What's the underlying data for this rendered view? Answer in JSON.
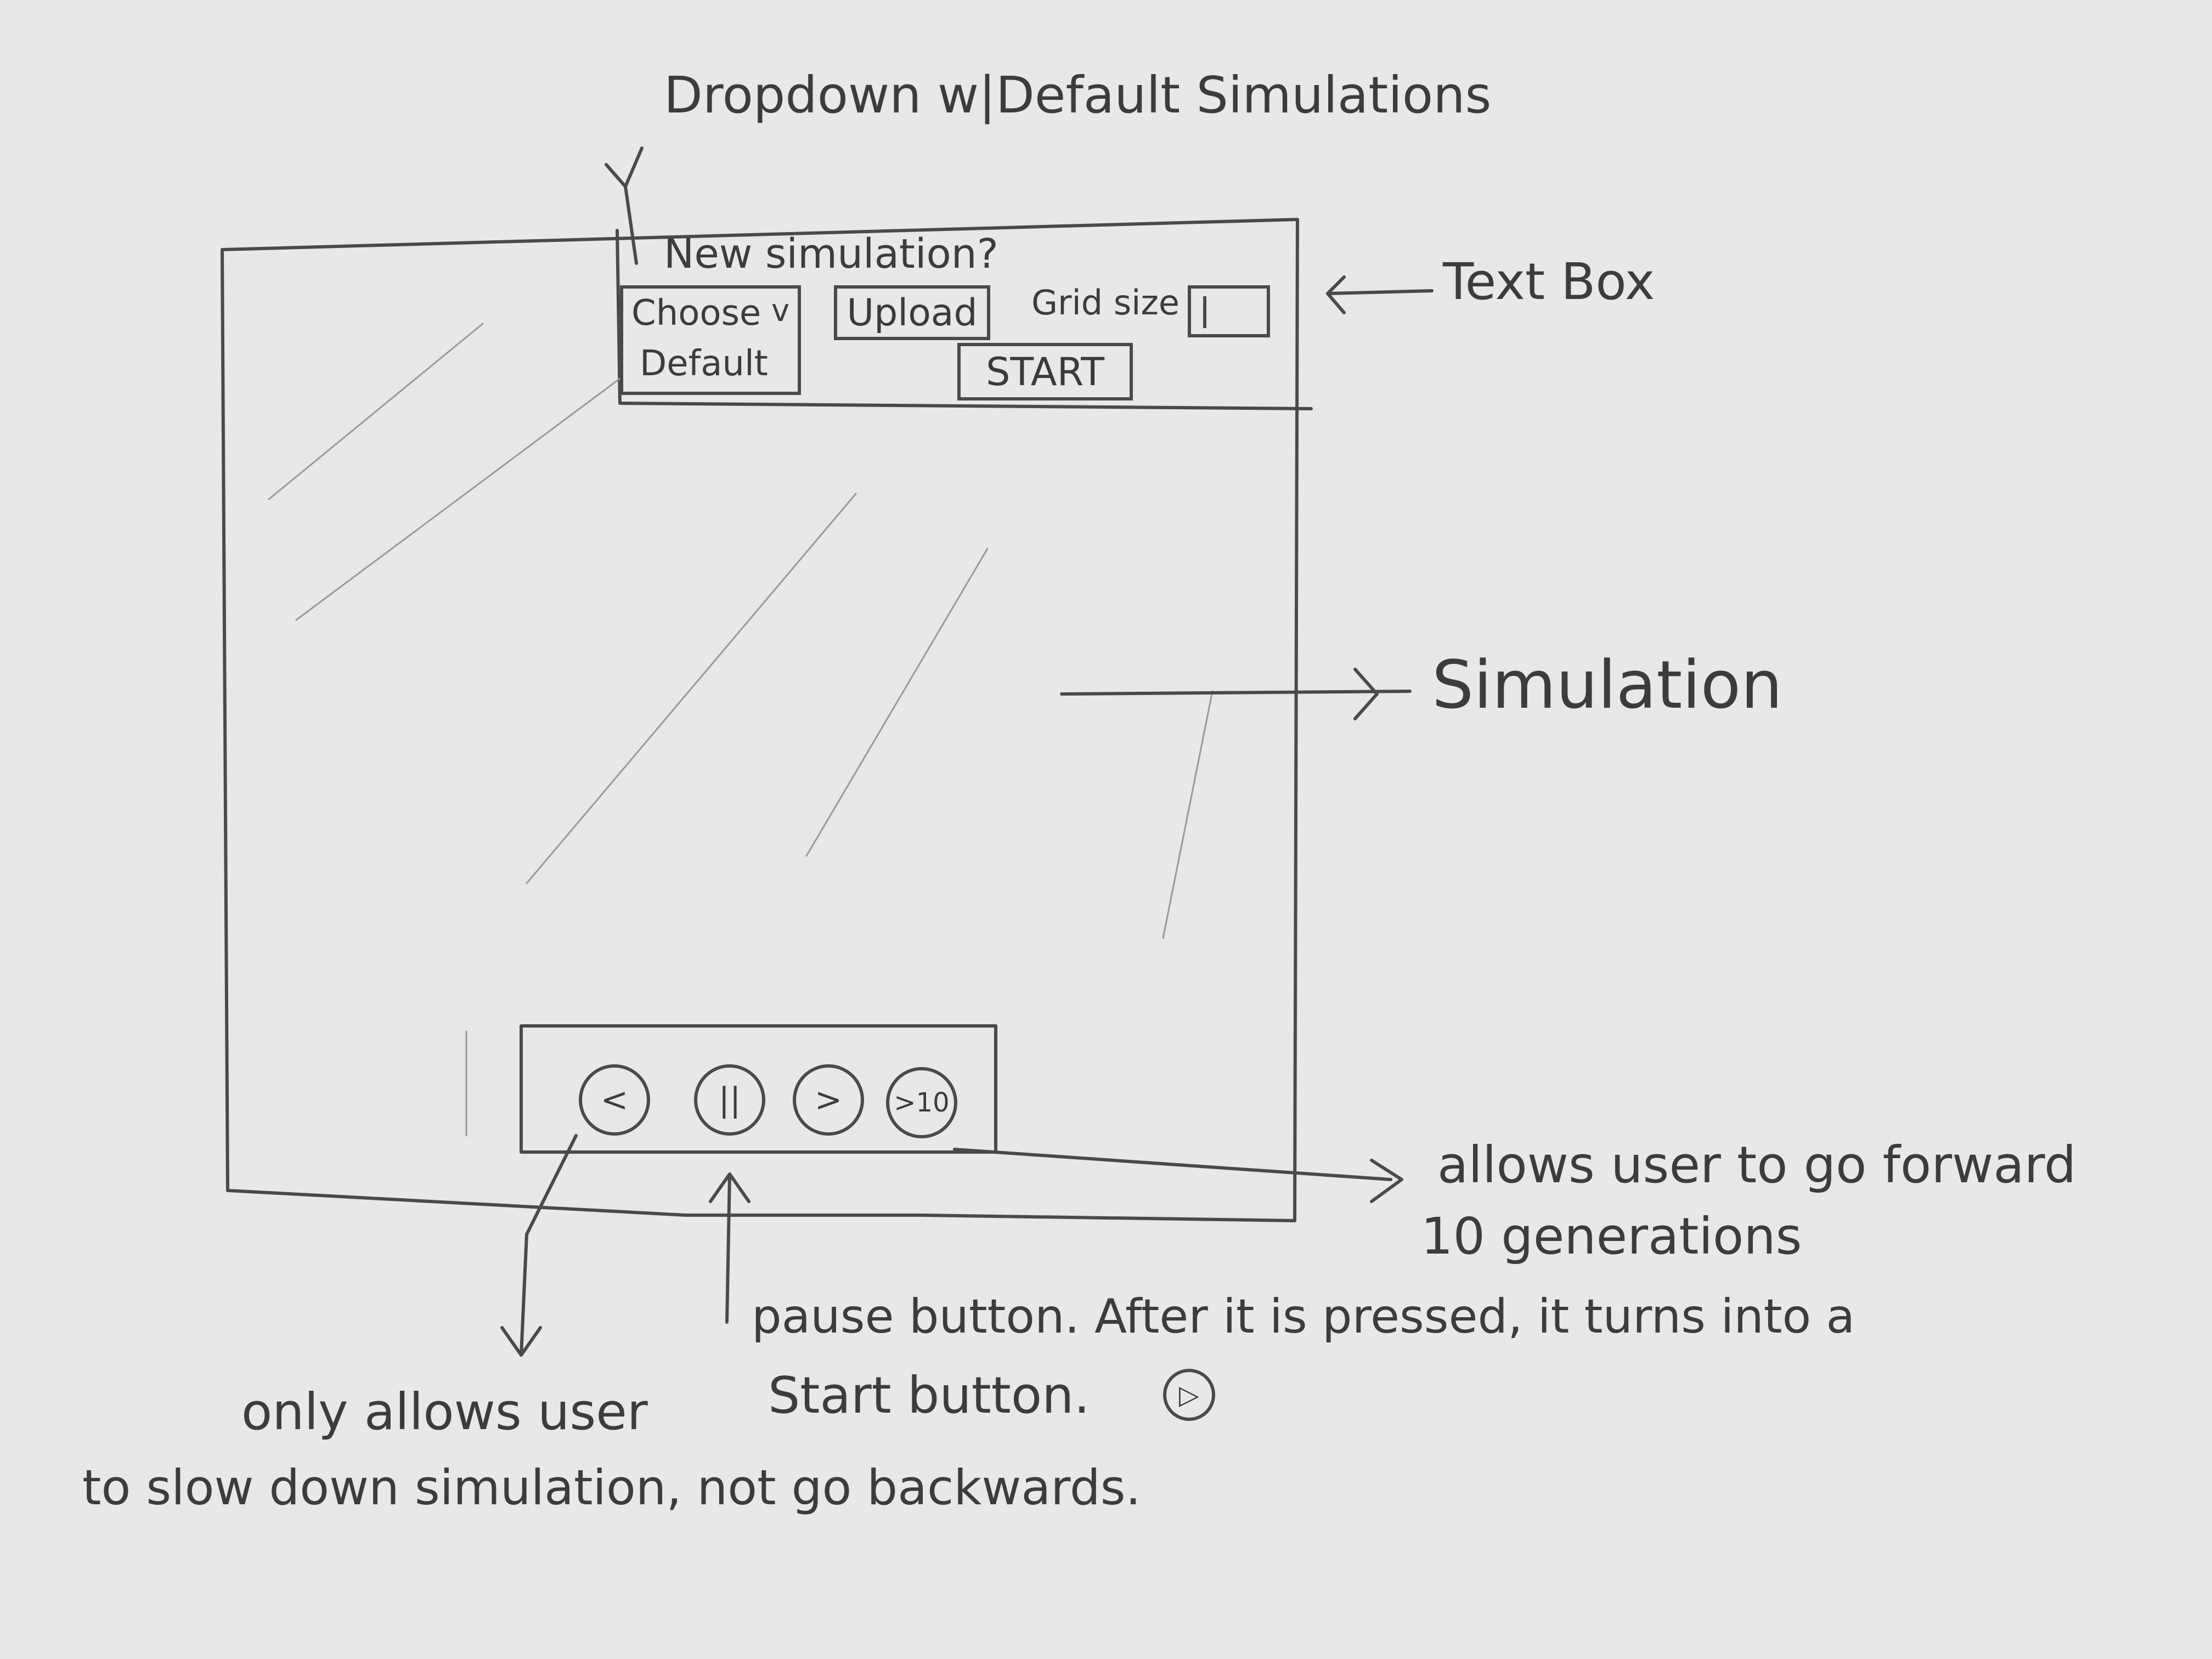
{
  "annotations": {
    "dropdown_note": "Dropdown w|Default Simulations",
    "textbox_note": "Text Box",
    "simulation_note": "Simulation",
    "forward10_note_line1": "allows user to go forward",
    "forward10_note_line2": "10 generations",
    "pause_note_line1": "pause button. After it is pressed, it turns into a",
    "pause_note_line2": "Start button.",
    "slow_note_line1": "only allows user",
    "slow_note_line2": "to slow down simulation, not go backwards."
  },
  "header": {
    "prompt": "New simulation?",
    "choose_label": "Choose",
    "default_label": "Default",
    "upload_label": "Upload",
    "grid_size_label": "Grid size",
    "start_label": "START"
  },
  "controls": {
    "back_symbol": "<",
    "pause_symbol": "||",
    "forward_symbol": ">",
    "forward10_symbol": ">10",
    "play_symbol": "▷"
  }
}
